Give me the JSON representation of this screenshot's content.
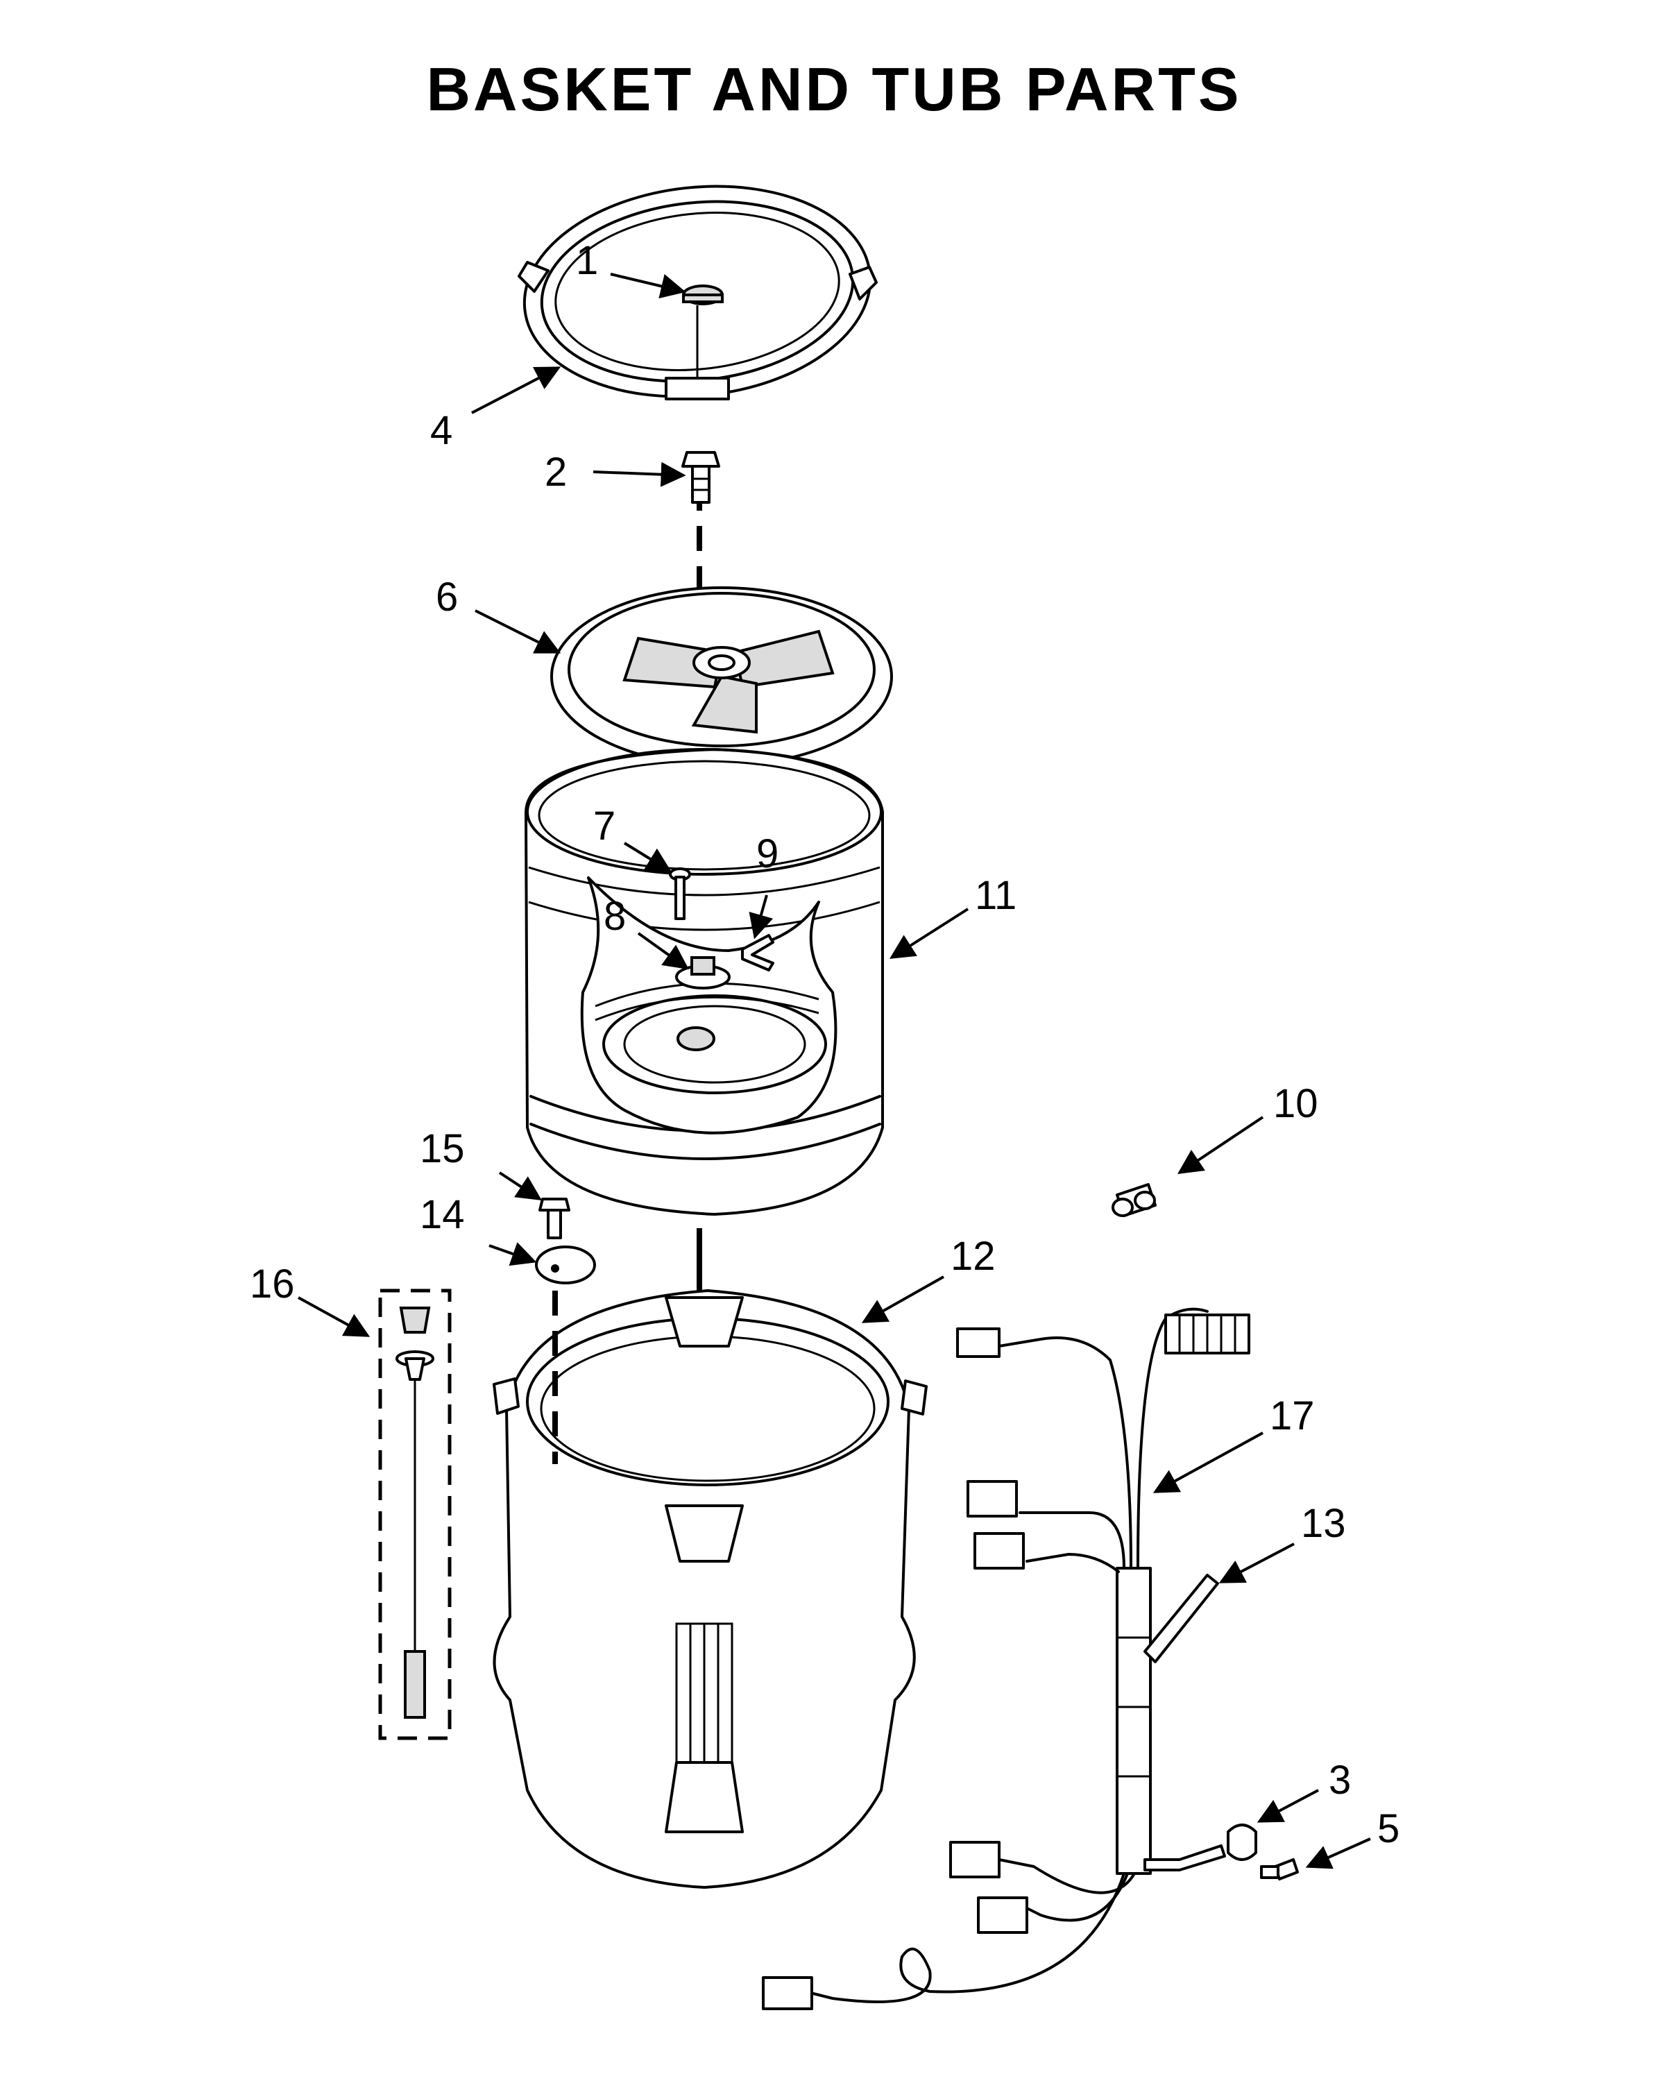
{
  "title": "BASKET AND TUB PARTS",
  "callouts": [
    {
      "id": "1",
      "label": "1"
    },
    {
      "id": "2",
      "label": "2"
    },
    {
      "id": "3",
      "label": "3"
    },
    {
      "id": "4",
      "label": "4"
    },
    {
      "id": "5",
      "label": "5"
    },
    {
      "id": "6",
      "label": "6"
    },
    {
      "id": "7",
      "label": "7"
    },
    {
      "id": "8",
      "label": "8"
    },
    {
      "id": "9",
      "label": "9"
    },
    {
      "id": "10",
      "label": "10"
    },
    {
      "id": "11",
      "label": "11"
    },
    {
      "id": "12",
      "label": "12"
    },
    {
      "id": "13",
      "label": "13"
    },
    {
      "id": "14",
      "label": "14"
    },
    {
      "id": "15",
      "label": "15"
    },
    {
      "id": "16",
      "label": "16"
    },
    {
      "id": "17",
      "label": "17"
    }
  ]
}
